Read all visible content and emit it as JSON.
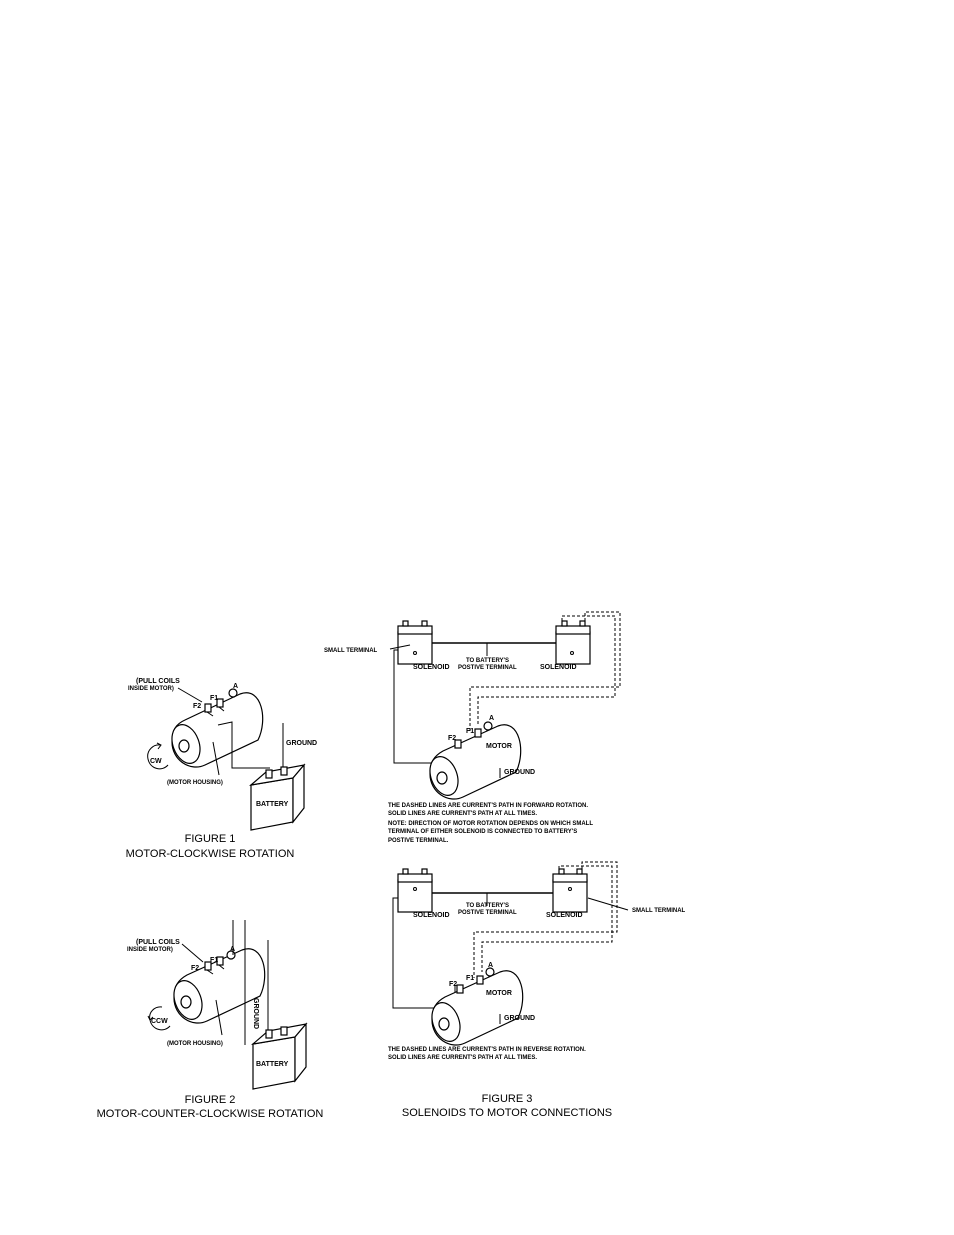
{
  "figure1": {
    "label_pull_coils": "(PULL COILS",
    "label_inside_motor": "INSIDE MOTOR)",
    "terminal_f2": "F2",
    "terminal_f1": "F1",
    "terminal_a": "A",
    "label_ground": "GROUND",
    "label_cw": "CW",
    "label_motor_housing": "(MOTOR HOUSING)",
    "label_battery": "BATTERY",
    "caption_line1": "FIGURE 1",
    "caption_line2": "MOTOR-CLOCKWISE ROTATION"
  },
  "figure2": {
    "label_pull_coils": "(PULL COILS",
    "label_inside_motor": "INSIDE MOTOR)",
    "terminal_f2": "F2",
    "terminal_f1": "F1",
    "terminal_a": "A",
    "label_ground": "GROUND",
    "label_ccw": "CCW",
    "label_motor_housing": "(MOTOR HOUSING)",
    "label_battery": "BATTERY",
    "caption_line1": "FIGURE 2",
    "caption_line2": "MOTOR-COUNTER-CLOCKWISE ROTATION"
  },
  "figure3a": {
    "label_small_terminal": "SMALL TERMINAL",
    "label_solenoid_left": "SOLENOID",
    "label_solenoid_right": "SOLENOID",
    "label_to_battery_1": "TO BATTERY'S",
    "label_to_battery_2": "POSTIVE TERMINAL",
    "terminal_f2": "F2",
    "terminal_f1": "F1",
    "terminal_a": "A",
    "label_motor": "MOTOR",
    "label_ground": "GROUND",
    "note_1": "THE DASHED LINES ARE CURRENT'S PATH IN FORWARD ROTATION.",
    "note_2": "SOLID LINES ARE CURRENT'S PATH AT ALL TIMES.",
    "note_3": "NOTE: DIRECTION OF MOTOR ROTATION DEPENDS ON WHICH SMALL",
    "note_4": "TERMINAL OF EITHER SOLENOID IS CONNECTED TO BATTERY'S",
    "note_5": "POSTIVE TERMINAL."
  },
  "figure3b": {
    "label_small_terminal": "SMALL TERMINAL",
    "label_solenoid_left": "SOLENOID",
    "label_solenoid_right": "SOLENOID",
    "label_to_battery_1": "TO BATTERY'S",
    "label_to_battery_2": "POSTIVE TERMINAL",
    "terminal_f2": "F2",
    "terminal_f1": "F1",
    "terminal_a": "A",
    "label_motor": "MOTOR",
    "label_ground": "GROUND",
    "note_1": "THE DASHED LINES ARE CURRENT'S PATH IN REVERSE ROTATION.",
    "note_2": "SOLID LINES ARE CURRENT'S PATH AT ALL TIMES.",
    "caption_line1": "FIGURE 3",
    "caption_line2": "SOLENOIDS TO MOTOR CONNECTIONS"
  }
}
